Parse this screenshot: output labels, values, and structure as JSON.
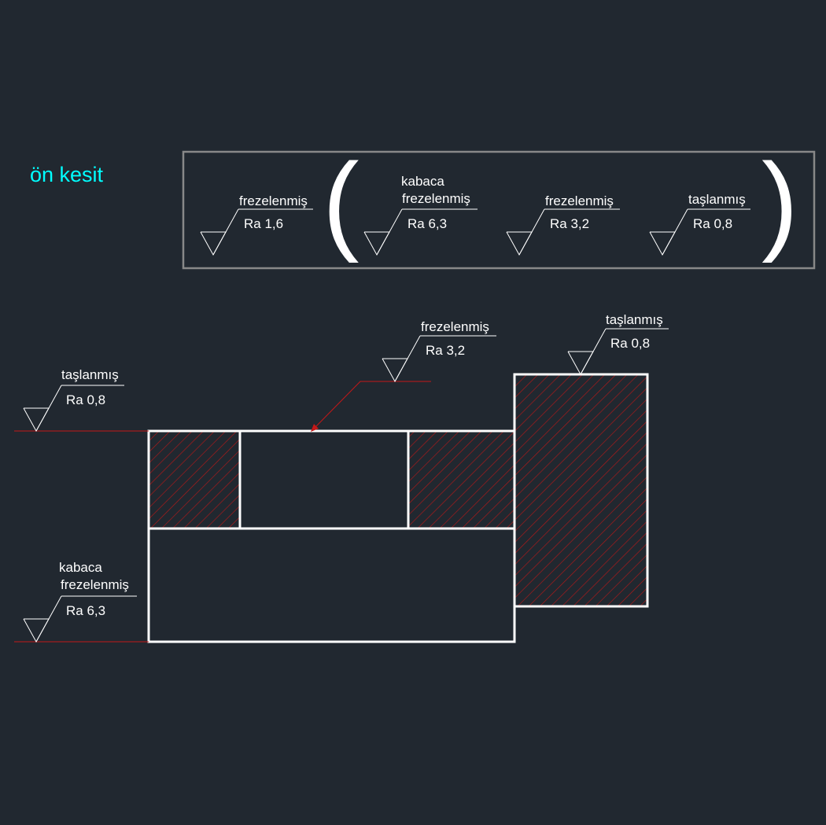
{
  "view_title": "ön kesit",
  "colors": {
    "background": "#212830",
    "outline": "#ffffff",
    "hatch": "#b01818",
    "leader": "#c41818",
    "title": "#00ffff",
    "legend_frame": "#888888"
  },
  "legend": {
    "general": {
      "process": "frezelenmiş",
      "roughness": "Ra 1,6"
    },
    "open_paren": "(",
    "close_paren": ")",
    "items": [
      {
        "process_line1": "kabaca",
        "process_line2": "frezelenmiş",
        "roughness": "Ra 6,3"
      },
      {
        "process_line1": "",
        "process_line2": "frezelenmiş",
        "roughness": "Ra 3,2"
      },
      {
        "process_line1": "",
        "process_line2": "taşlanmış",
        "roughness": "Ra 0,8"
      }
    ]
  },
  "callouts": {
    "left_top": {
      "process": "taşlanmış",
      "roughness": "Ra 0,8"
    },
    "center_top": {
      "process": "frezelenmiş",
      "roughness": "Ra 3,2"
    },
    "right_top": {
      "process": "taşlanmış",
      "roughness": "Ra 0,8"
    },
    "left_bottom": {
      "process_line1": "kabaca",
      "process_line2": "frezelenmiş",
      "roughness": "Ra 6,3"
    }
  }
}
